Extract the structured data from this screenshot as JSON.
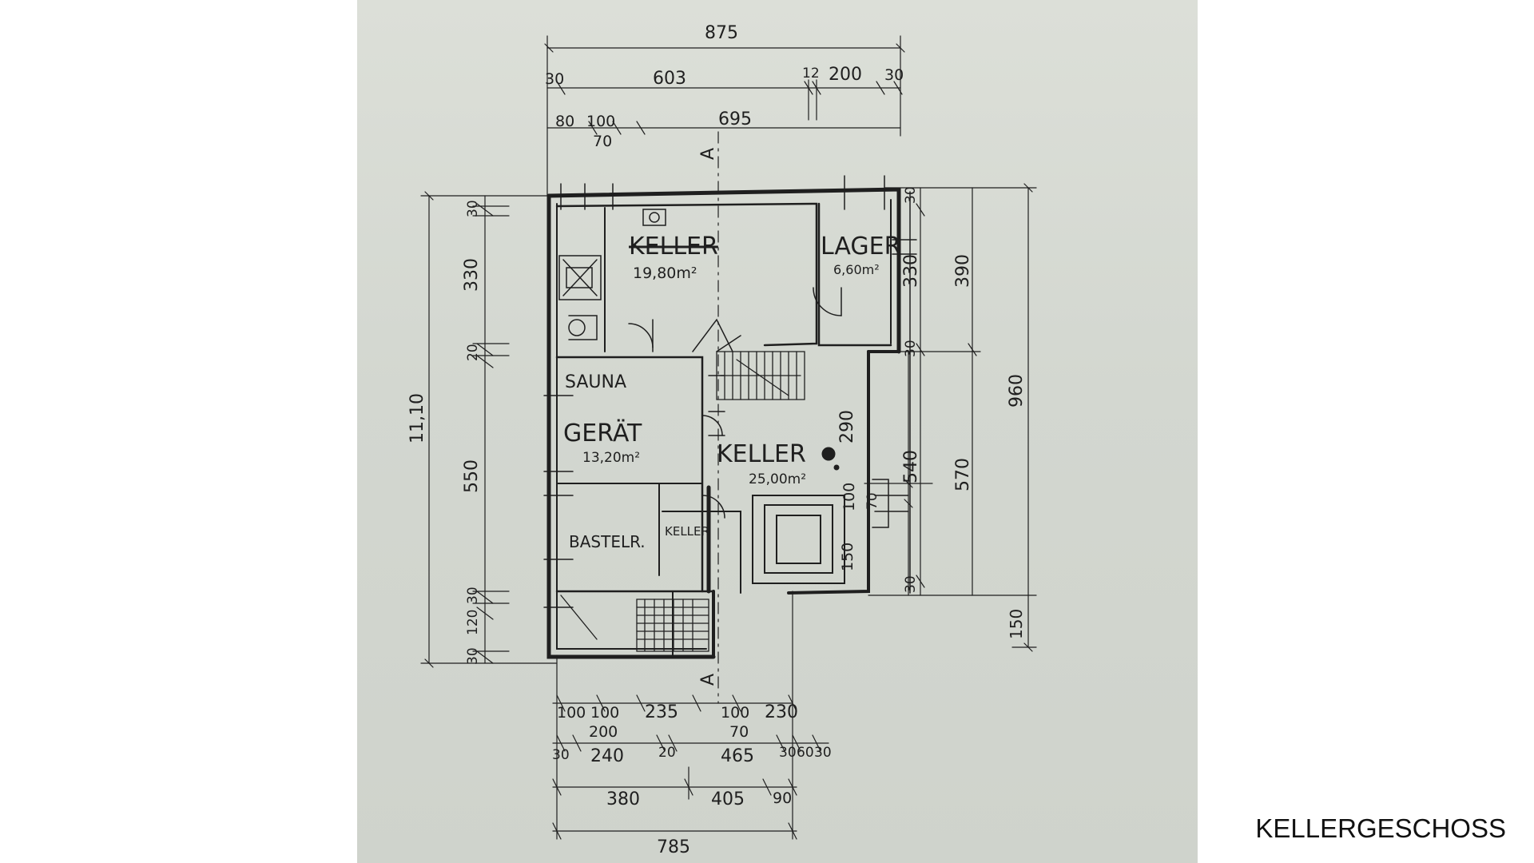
{
  "caption": "KELLERGESCHOSS",
  "colors": {
    "paper": "#d6dad3",
    "ink": "#1f1f1f",
    "page": "#ffffff"
  },
  "section_marker": "A",
  "rooms": [
    {
      "name": "KELLER",
      "area": "19,80m²"
    },
    {
      "name": "LAGER",
      "area": "6,60m²"
    },
    {
      "name": "SAUNA",
      "area": ""
    },
    {
      "name": "GERÄT",
      "area": "13,20m²"
    },
    {
      "name": "KELLER",
      "area": "25,00m²"
    },
    {
      "name": "KELLER",
      "area": ""
    },
    {
      "name": "BASTELR.",
      "area": ""
    }
  ],
  "dimensions": {
    "top": [
      [
        "875"
      ],
      [
        "30",
        "603",
        "12",
        "200",
        "30"
      ],
      [
        "80",
        "100",
        "695"
      ],
      [
        "70"
      ]
    ],
    "left": [
      "11,10",
      "30",
      "330",
      "20",
      "550",
      "30",
      "120",
      "30"
    ],
    "right": [
      "30",
      "330",
      "30",
      "540",
      "30",
      "390",
      "570",
      "960",
      "150",
      "290",
      "150",
      "100",
      "70"
    ],
    "bottom": [
      [
        "100",
        "100",
        "235",
        "100",
        "230"
      ],
      [
        "200",
        "70"
      ],
      [
        "30",
        "240",
        "20",
        "465",
        "30",
        "60",
        "30"
      ],
      [
        "380",
        "405",
        "90"
      ],
      [
        "785"
      ]
    ]
  }
}
